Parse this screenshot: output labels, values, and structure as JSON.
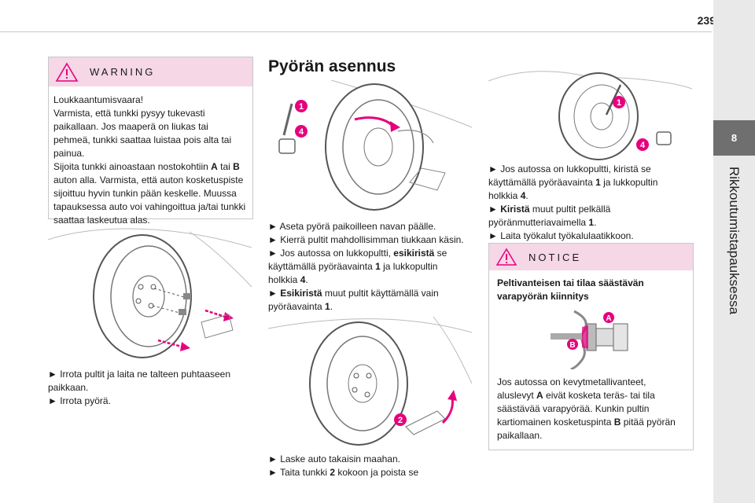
{
  "page": {
    "number": "239"
  },
  "sidebar": {
    "chapter": "8",
    "title": "Rikkoutumistapauksessa"
  },
  "warning": {
    "label": "WARNING",
    "lines": [
      "Loukkaantumisvaara!",
      "Varmista, että tunkki pysyy tukevasti",
      "paikallaan. Jos maaperä on liukas tai",
      "pehmeä, tunkki saattaa luistaa pois alta tai",
      "painua."
    ],
    "p2_a": "Sijoita tunkki ainoastaan nostokohtiin ",
    "p2_b1": "A",
    "p2_c": " tai ",
    "p2_b2": "B",
    "p2_lines": [
      "auton alla. Varmista, että auton kosketuspiste",
      "sijoittuu hyvin tunkin pään keskelle. Muussa",
      "tapauksessa auto voi vahingoittua ja/tai tunkki",
      "saattaa laskeutua alas."
    ]
  },
  "left_steps": {
    "s1a": "► Irrota pultit ja laita ne talteen puhtaaseen",
    "s1b": "paikkaan.",
    "s2": "► Irrota pyörä."
  },
  "section": {
    "title": "Pyörän asennus"
  },
  "mid_steps": {
    "l1": "► Aseta pyörä paikoilleen navan päälle.",
    "l2": "► Kierrä pultit mahdollisimman tiukkaan käsin.",
    "l3a": "► Jos autossa on lukkopultti, ",
    "l3b": "esikiristä",
    "l3c": " se",
    "l4": "käyttämällä pyöräavainta ",
    "l4b": "1",
    "l4c": " ja lukkopultin",
    "l5": "holkkia ",
    "l5b": "4",
    "l5c": ".",
    "l6a": "► ",
    "l6b": "Esikiristä",
    "l6c": " muut pultit käyttämällä vain",
    "l7": "pyöräavainta ",
    "l7b": "1",
    "l7c": "."
  },
  "bottom_steps": {
    "l1": "► Laske auto takaisin maahan.",
    "l2a": "► Taita tunkki ",
    "l2b": "2",
    "l2c": " kokoon ja poista se"
  },
  "right_steps": {
    "l1": "► Jos autossa on lukkopultti, kiristä se",
    "l2a": "käyttämällä pyöräavainta ",
    "l2b": "1",
    "l2c": " ja lukkopultin",
    "l3a": "holkkia ",
    "l3b": "4",
    "l3c": ".",
    "l4a": "► ",
    "l4b": "Kiristä",
    "l4c": " muut pultit pelkällä",
    "l5a": "pyöränmutteriavaimella ",
    "l5b": "1",
    "l5c": ".",
    "l6": "► Laita työkalut työkalulaatikkoon."
  },
  "notice": {
    "label": "NOTICE",
    "heading1": "Peltivanteisen tai tilaa säästävän",
    "heading2": "varapyörän kiinnitys",
    "lines": [
      "Jos autossa on kevytmetallivanteet,"
    ],
    "l2a": "aluslevyt ",
    "l2b": "A",
    "l2c": " eivät kosketa teräs- tai tila",
    "l3": "säästävää varapyörää. Kunkin pultin",
    "l4a": "kartiomainen kosketuspinta ",
    "l4b": "B",
    "l4c": " pitää pyörän",
    "l5": "paikallaan."
  },
  "figure_labels": {
    "one": "1",
    "two": "2",
    "four": "4",
    "a": "A",
    "b": "B"
  },
  "colors": {
    "accent": "#e6007e",
    "notice_bg": "#f5d7e6",
    "chapter_tab": "#6f6f6f"
  }
}
